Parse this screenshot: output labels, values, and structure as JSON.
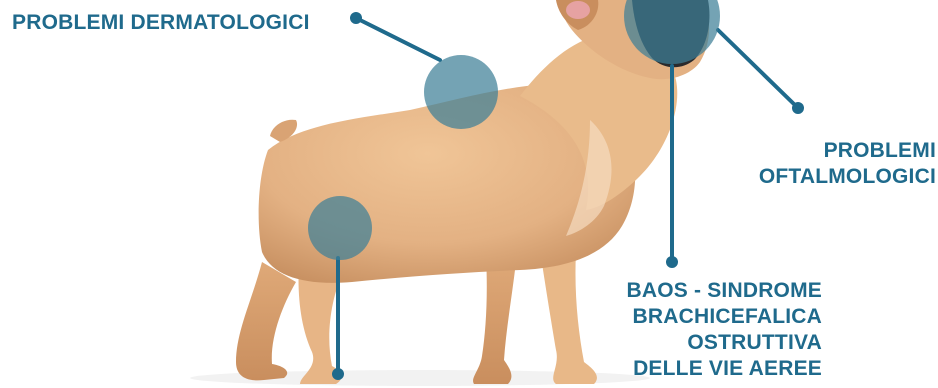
{
  "labels": {
    "dermatologic": "PROBLEMI DERMATOLOGICI",
    "ophthalmologic": [
      "PROBLEMI",
      "OFTALMOLOGICI"
    ],
    "baos": [
      "BAOS - SINDROME",
      "BRACHICEFALICA",
      "OSTRUTTIVA",
      "DELLE VIE AEREE"
    ]
  },
  "colors": {
    "accent": "#1f6a8c",
    "dog_fur": "#e3b183",
    "dog_muzzle": "#2a2a2c",
    "highlight_circle": "#5b97ab"
  },
  "illustration": "french-bulldog-standing-side-view"
}
